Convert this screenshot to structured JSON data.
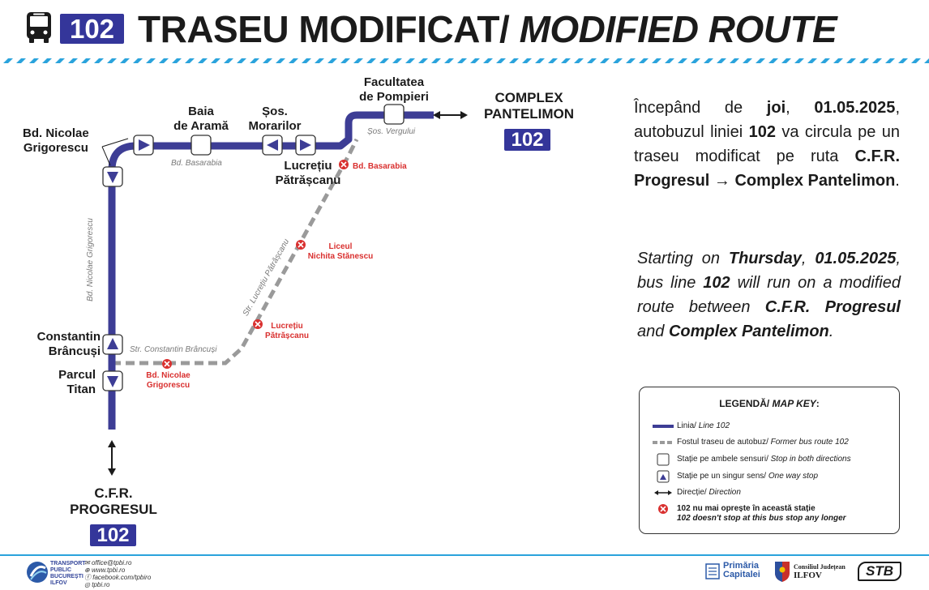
{
  "header": {
    "line": "102",
    "title_ro": "TRASEU MODIFICAT/",
    "title_en": "MODIFIED ROUTE"
  },
  "map": {
    "stops": {
      "grigorescu_top": [
        "Bd. Nicolae",
        "Grigorescu"
      ],
      "baia": [
        "Baia",
        "de Aramă"
      ],
      "morarilor": [
        "Șos.",
        "Morarilor"
      ],
      "lucretiu": [
        "Lucrețiu",
        "Pătrășcanu"
      ],
      "pompieri": [
        "Facultatea",
        "de Pompieri"
      ],
      "brancusi": [
        "Constantin",
        "Brâncuși"
      ],
      "titan": [
        "Parcul",
        "Titan"
      ]
    },
    "streets": {
      "basarabia": "Bd. Basarabia",
      "vergului": "Șos. Vergului",
      "grigorescu": "Bd. Nicolae Grigorescu",
      "lucretiu": "Str. Lucrețiu Pătrășcanu",
      "brancusi": "Str. Constantin Brâncuși"
    },
    "cancelled": {
      "basarabia": "Bd. Basarabia",
      "liceul": [
        "Liceul",
        "Nichita Stănescu"
      ],
      "lucretiu": [
        "Lucrețiu",
        "Pătrășcanu"
      ],
      "grigorescu": [
        "Bd. Nicolae",
        "Grigorescu"
      ]
    },
    "terminal_east": [
      "COMPLEX",
      "PANTELIMON"
    ],
    "terminal_south": [
      "C.F.R.",
      "PROGRESUL"
    ],
    "terminal_badge": "102",
    "colors": {
      "line": "#3d3d95",
      "former": "#9a9a9a",
      "cancelled": "#d9302f",
      "accent": "#2aa3dc"
    }
  },
  "info_ro": {
    "p1": "Începând de ",
    "day": "joi",
    "p2": ", ",
    "date": "01.05.2025",
    "p3": ", autobuzul liniei ",
    "line": "102",
    "p4": " va circula pe un traseu modificat pe ruta ",
    "from": "C.F.R. Progresul",
    "arrow": " → ",
    "to": "Complex Pantelimon",
    "p5": "."
  },
  "info_en": {
    "p1": "Starting on ",
    "day": "Thursday",
    "p2": ", ",
    "date": "01.05.2025",
    "p3": ", bus line ",
    "line": "102",
    "p4": " will run on a modified route between ",
    "from": "C.F.R. Progresul",
    "p5": " and ",
    "to": "Complex Pantelimon",
    "p6": "."
  },
  "legend": {
    "title_ro": "LEGENDĂ/ ",
    "title_en": "MAP KEY",
    "title_colon": ":",
    "items": [
      {
        "ro": "Linia/ ",
        "en": "Line 102"
      },
      {
        "ro": "Fostul traseu de autobuz/ ",
        "en": "Former bus route 102"
      },
      {
        "ro": "Stație pe ambele sensuri/ ",
        "en": "Stop in both directions"
      },
      {
        "ro": "Stație pe un singur sens/ ",
        "en": "One way stop"
      },
      {
        "ro": "Direcție/ ",
        "en": "Direction"
      },
      {
        "ro": "102 nu mai oprește în această stație",
        "en": "102 doesn't stop at this bus stop any longer"
      }
    ]
  },
  "footer": {
    "org": [
      "TRANSPORT",
      "PUBLIC",
      "BUCUREȘTI",
      "ILFOV"
    ],
    "contacts": [
      "office@tpbi.ro",
      "www.tpbi.ro",
      "facebook.com/tpbiro",
      "tpbi.ro"
    ],
    "primaria": [
      "Primăria",
      "Capitalei"
    ],
    "consiliul": [
      "Consiliul Județean",
      "ILFOV"
    ],
    "stb": "STB"
  }
}
